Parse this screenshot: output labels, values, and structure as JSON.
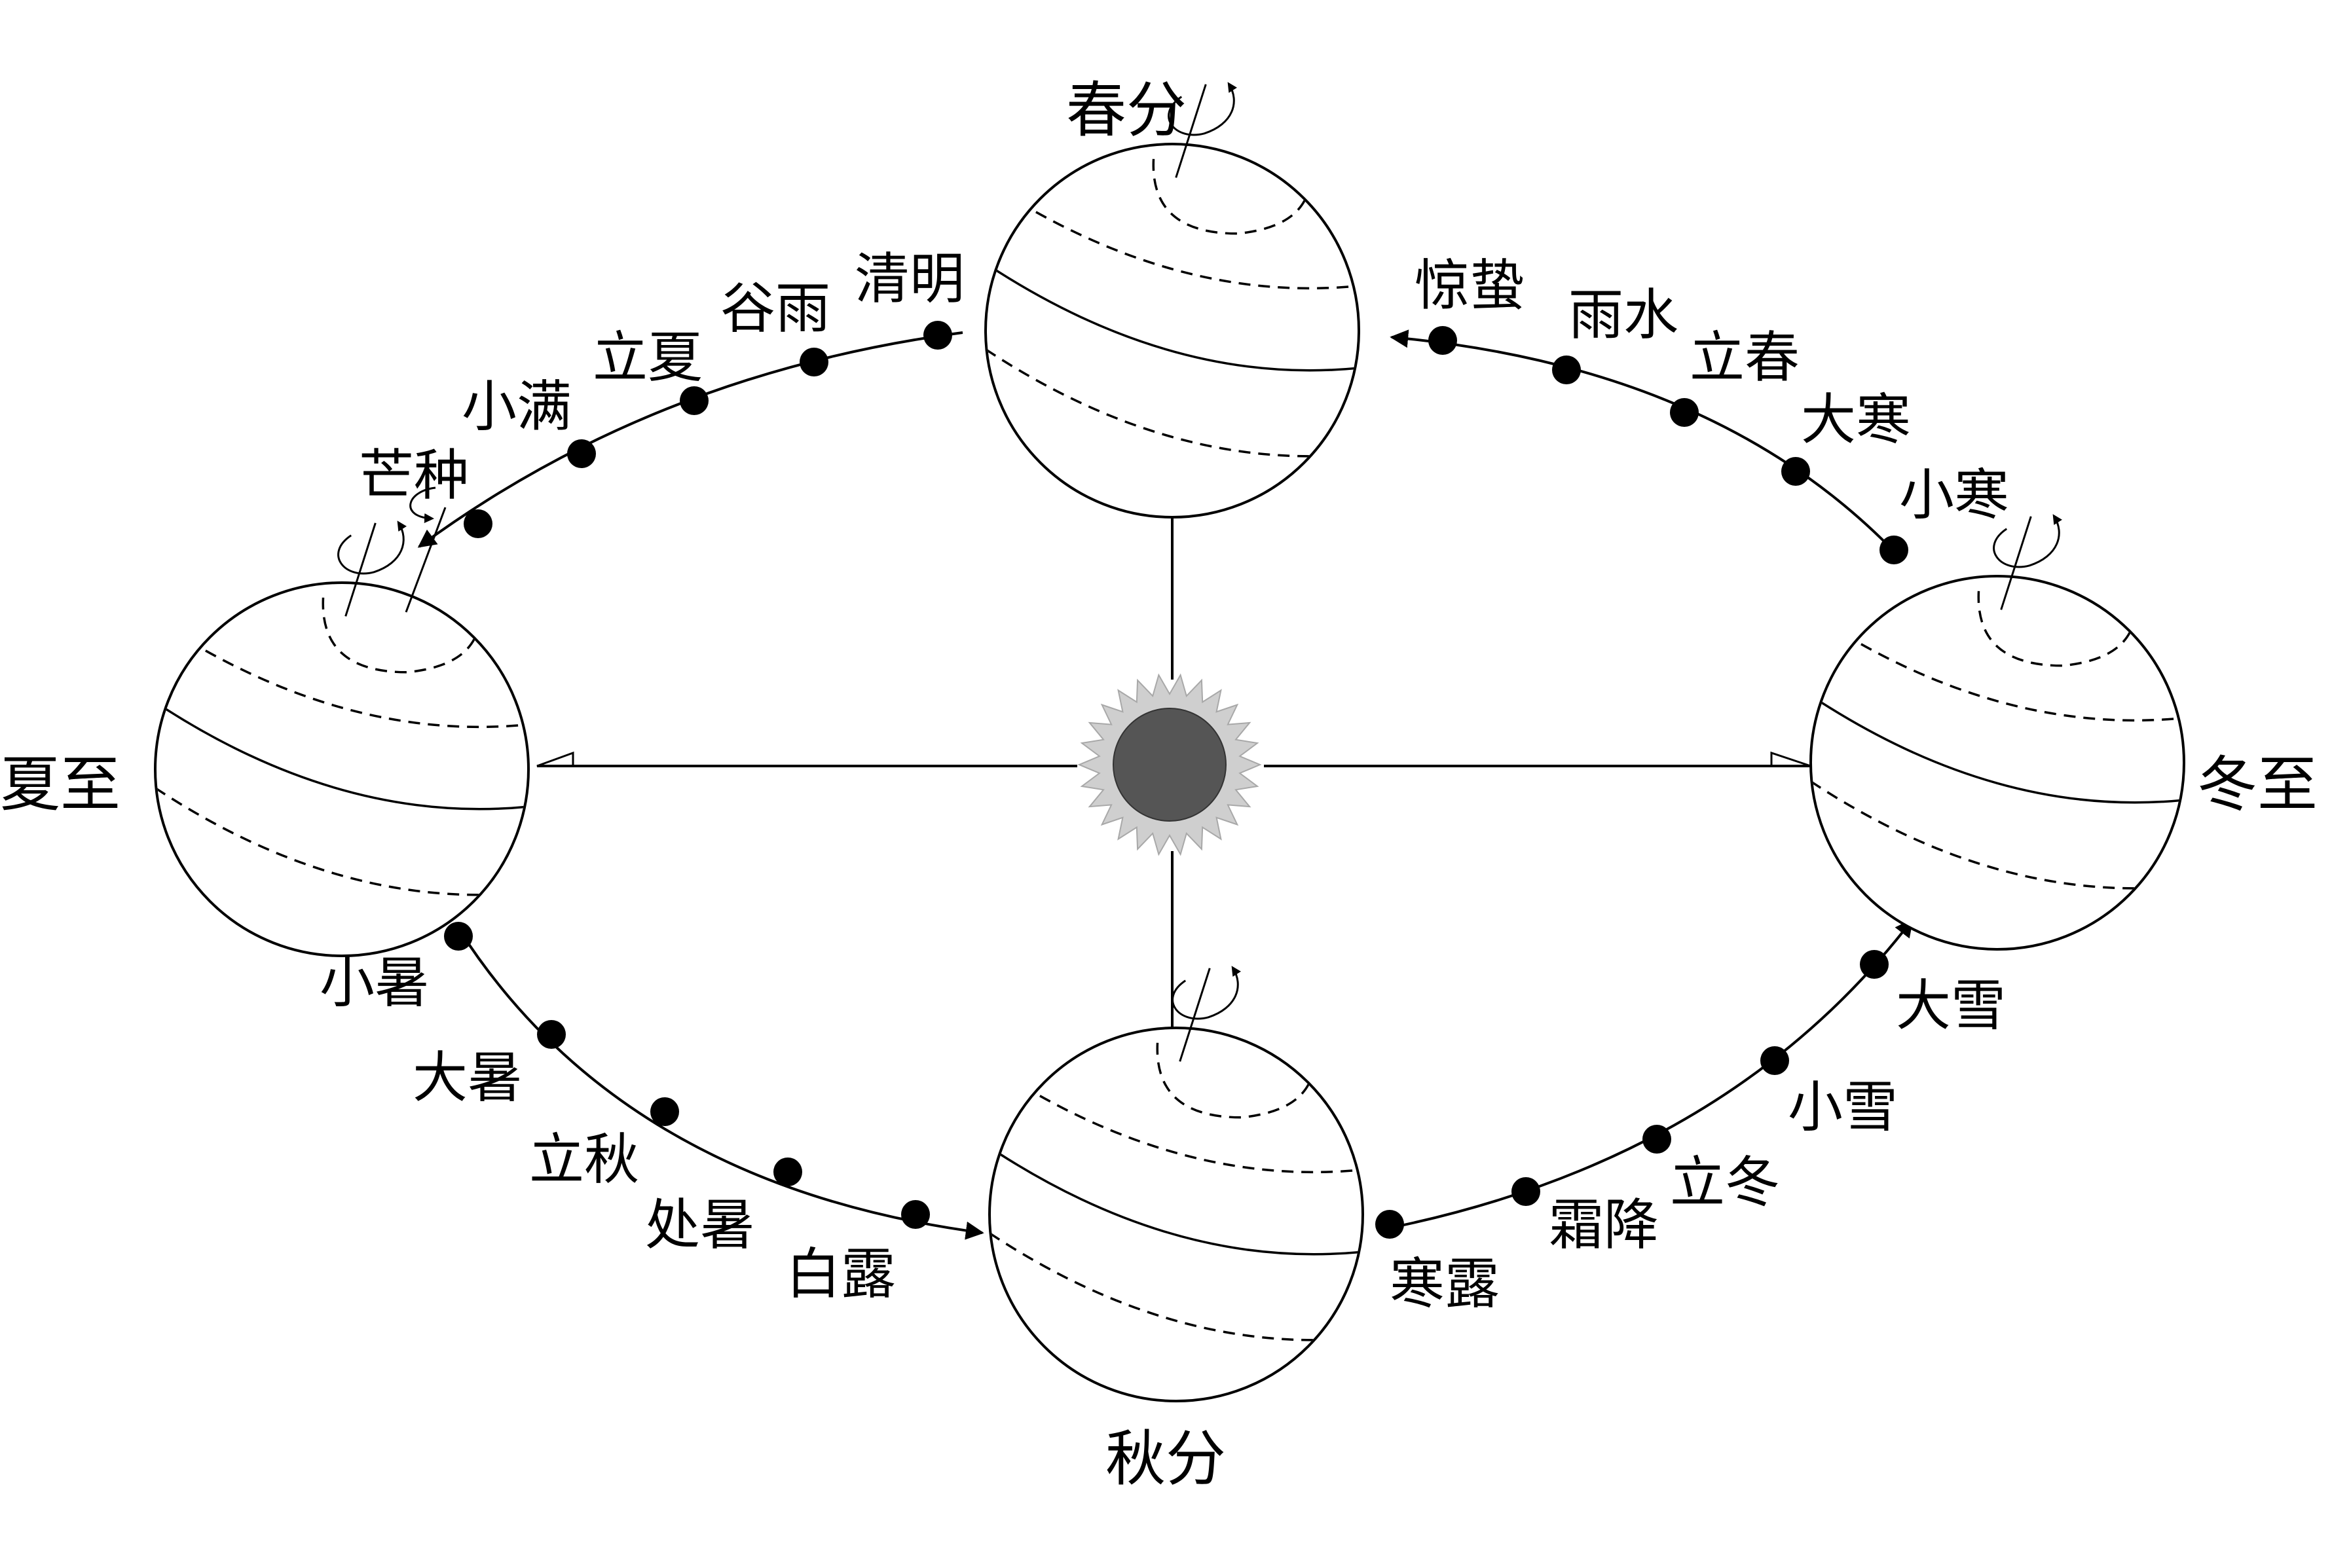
{
  "colors": {
    "line": "#000000",
    "sun_core": "#555555",
    "sun_corona": "#cfcfcf",
    "sun_corona_edge": "#a8a8a8",
    "background": "#ffffff"
  },
  "earth_positions": {
    "spring_equinox": "春分",
    "summer_solstice": "夏至",
    "autumn_equinox": "秋分",
    "winter_solstice": "冬至"
  },
  "solar_terms": {
    "qingming": "清明",
    "guyu": "谷雨",
    "lixia": "立夏",
    "xiaoman": "小满",
    "mangzhong": "芒种",
    "xiaoshu": "小暑",
    "dashu": "大暑",
    "liqiu": "立秋",
    "chushu": "处暑",
    "bailu": "白露",
    "hanlu": "寒露",
    "shuangjiang": "霜降",
    "lidong": "立冬",
    "xiaoxue": "小雪",
    "daxue": "大雪",
    "xiaohan": "小寒",
    "dahan": "大寒",
    "lichun": "立春",
    "yushui": "雨水",
    "jingzhe": "惊蛰"
  },
  "icons": {
    "sun": "sun-icon",
    "earth": "earth-globe-icon",
    "rotation": "rotation-arrow-icon",
    "orbit_arrow": "orbit-direction-arrow-icon"
  }
}
